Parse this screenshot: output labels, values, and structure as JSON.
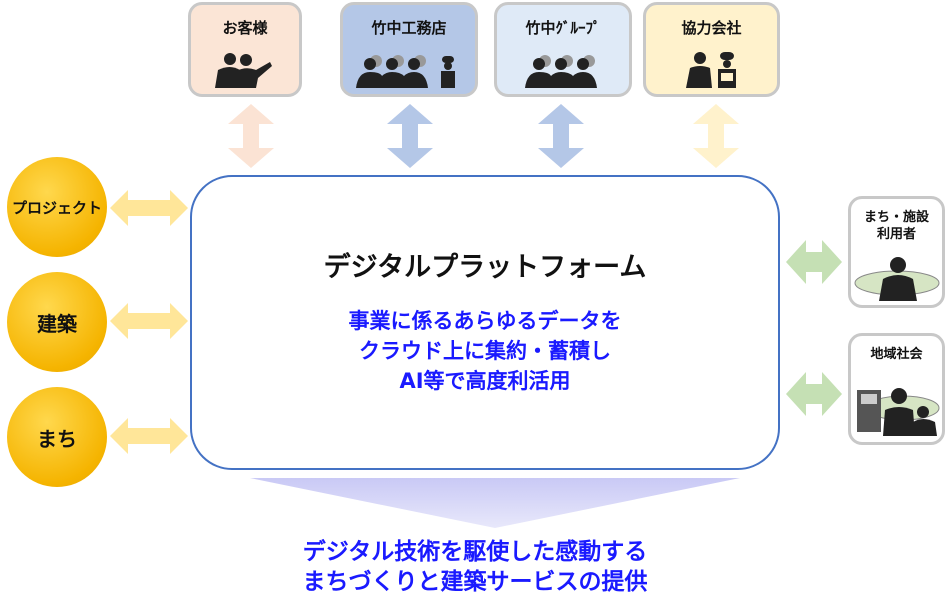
{
  "stakeholders_top": [
    {
      "label": "お客様",
      "color": "#fbe5d6",
      "arrow_color": "#fbe3d4"
    },
    {
      "label": "竹中工務店",
      "color": "#b4c7e7",
      "arrow_color": "#b4c7e7"
    },
    {
      "label": "竹中ｸﾞﾙｰﾌﾟ",
      "color": "#dfeaf7",
      "arrow_color": "#b4c7e7"
    },
    {
      "label": "協力会社",
      "color": "#fff2cc",
      "arrow_color": "#fff2cc"
    }
  ],
  "platform": {
    "title": "デジタルプラットフォーム",
    "lines": [
      "事業に係るあらゆるデータを",
      "クラウド上に集約・蓄積し",
      "AI等で高度利活用"
    ]
  },
  "domains_left": [
    {
      "label": "プロジェクト"
    },
    {
      "label": "建築"
    },
    {
      "label": "まち"
    }
  ],
  "stakeholders_right": [
    {
      "label": "まち・施設\n利用者"
    },
    {
      "label": "地域社会"
    }
  ],
  "outcome": {
    "lines": [
      "デジタル技術を駆使した感動する",
      "まちづくりと建築サービスの提供"
    ]
  },
  "colors": {
    "border": "#4472c4",
    "text_blue": "#1a1aff",
    "left_arrow": "#ffe699",
    "right_arrow": "#c5e0b4"
  }
}
